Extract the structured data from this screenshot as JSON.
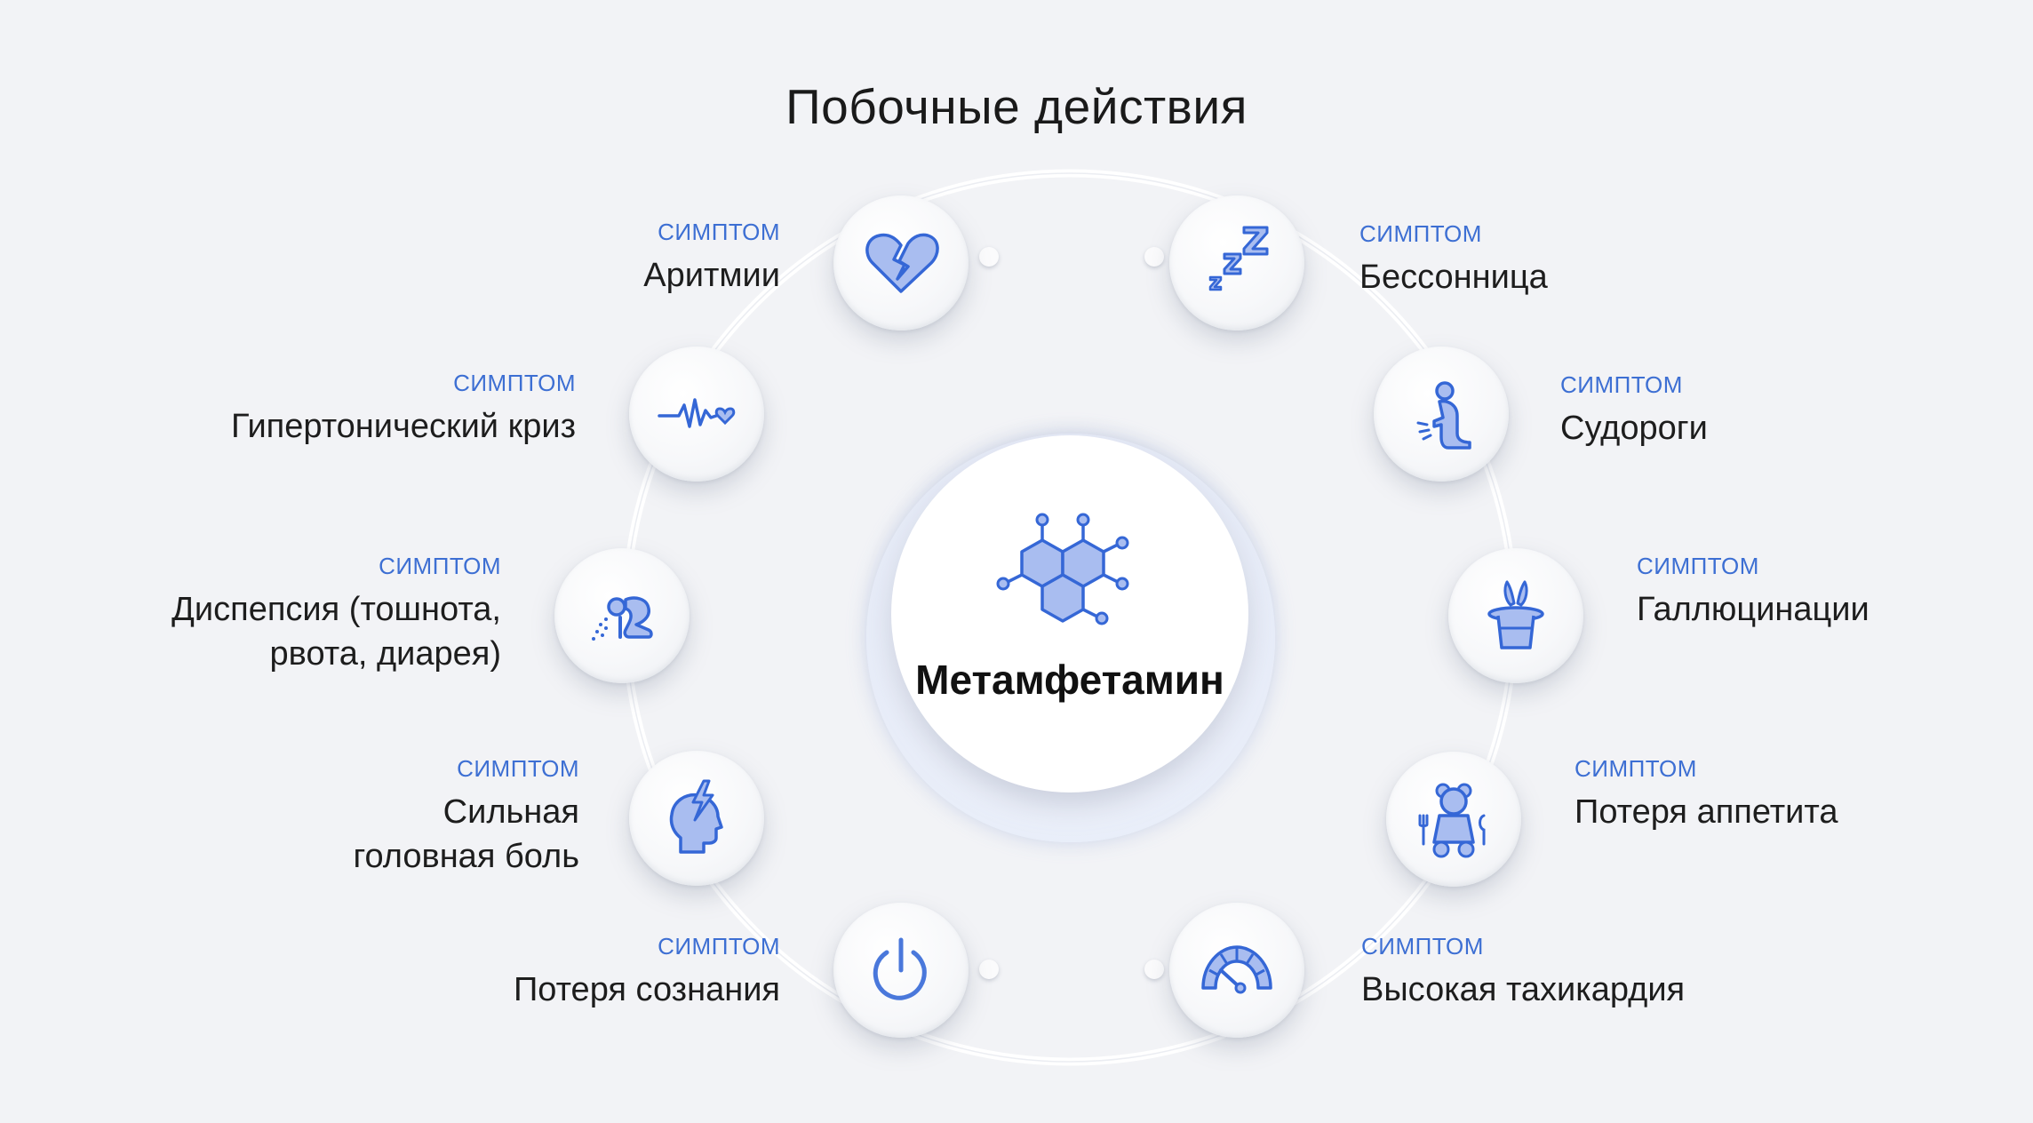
{
  "title": "Побочные действия",
  "center": {
    "label": "Метамфетамин",
    "icon": "molecule-icon"
  },
  "colors": {
    "accent": "#3d6fd3",
    "icon_fill": "#a9bdf0",
    "icon_stroke": "#3567d6"
  },
  "symptoms": [
    {
      "tag": "СИМПТОМ",
      "name": "Аритмии",
      "icon": "broken-heart-icon"
    },
    {
      "tag": "СИМПТОМ",
      "name": "Гипертонический криз",
      "icon": "heartbeat-pulse-icon"
    },
    {
      "tag": "СИМПТОМ",
      "name": "Диспепсия (тошнота,",
      "name2": "рвота, диарея)",
      "icon": "vomiting-person-icon"
    },
    {
      "tag": "СИМПТОМ",
      "name": "Сильная",
      "name2": "головная боль",
      "icon": "headache-icon"
    },
    {
      "tag": "СИМПТОМ",
      "name": "Потеря сознания",
      "icon": "power-icon"
    },
    {
      "tag": "СИМПТОМ",
      "name": "Бессонница",
      "icon": "sleep-zzz-icon"
    },
    {
      "tag": "СИМПТОМ",
      "name": "Судороги",
      "icon": "cramp-person-icon"
    },
    {
      "tag": "СИМПТОМ",
      "name": "Галлюцинации",
      "icon": "magic-hat-rabbit-icon"
    },
    {
      "tag": "СИМПТОМ",
      "name": "Потеря аппетита",
      "icon": "teddy-bear-cutlery-icon"
    },
    {
      "tag": "СИМПТОМ",
      "name": "Высокая тахикардия",
      "icon": "speedometer-icon"
    }
  ]
}
